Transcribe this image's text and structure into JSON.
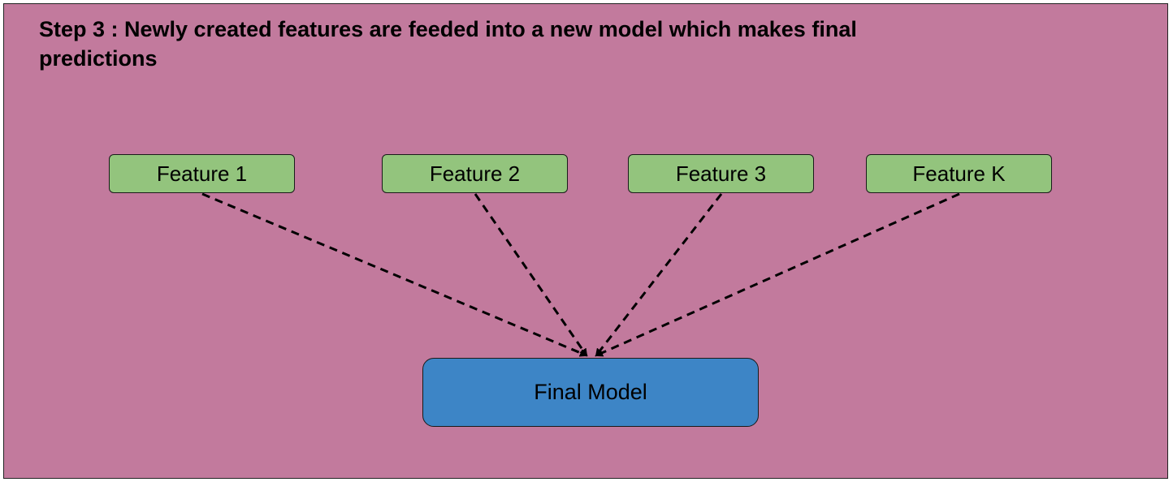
{
  "diagram": {
    "title": "Step 3 : Newly created features are feeded into a new model which makes final predictions",
    "features": [
      {
        "label": "Feature 1"
      },
      {
        "label": "Feature 2"
      },
      {
        "label": "Feature 3"
      },
      {
        "label": "Feature K"
      }
    ],
    "final_model": {
      "label": "Final Model"
    },
    "edges": [
      {
        "from": "Feature 1",
        "to": "Final Model",
        "style": "dashed"
      },
      {
        "from": "Feature 2",
        "to": "Final Model",
        "style": "dashed"
      },
      {
        "from": "Feature 3",
        "to": "Final Model",
        "style": "dashed"
      },
      {
        "from": "Feature K",
        "to": "Final Model",
        "style": "dashed"
      }
    ],
    "colors": {
      "background": "#c27a9d",
      "feature_fill": "#93c47d",
      "final_model_fill": "#3d85c6",
      "stroke": "#000000"
    }
  }
}
